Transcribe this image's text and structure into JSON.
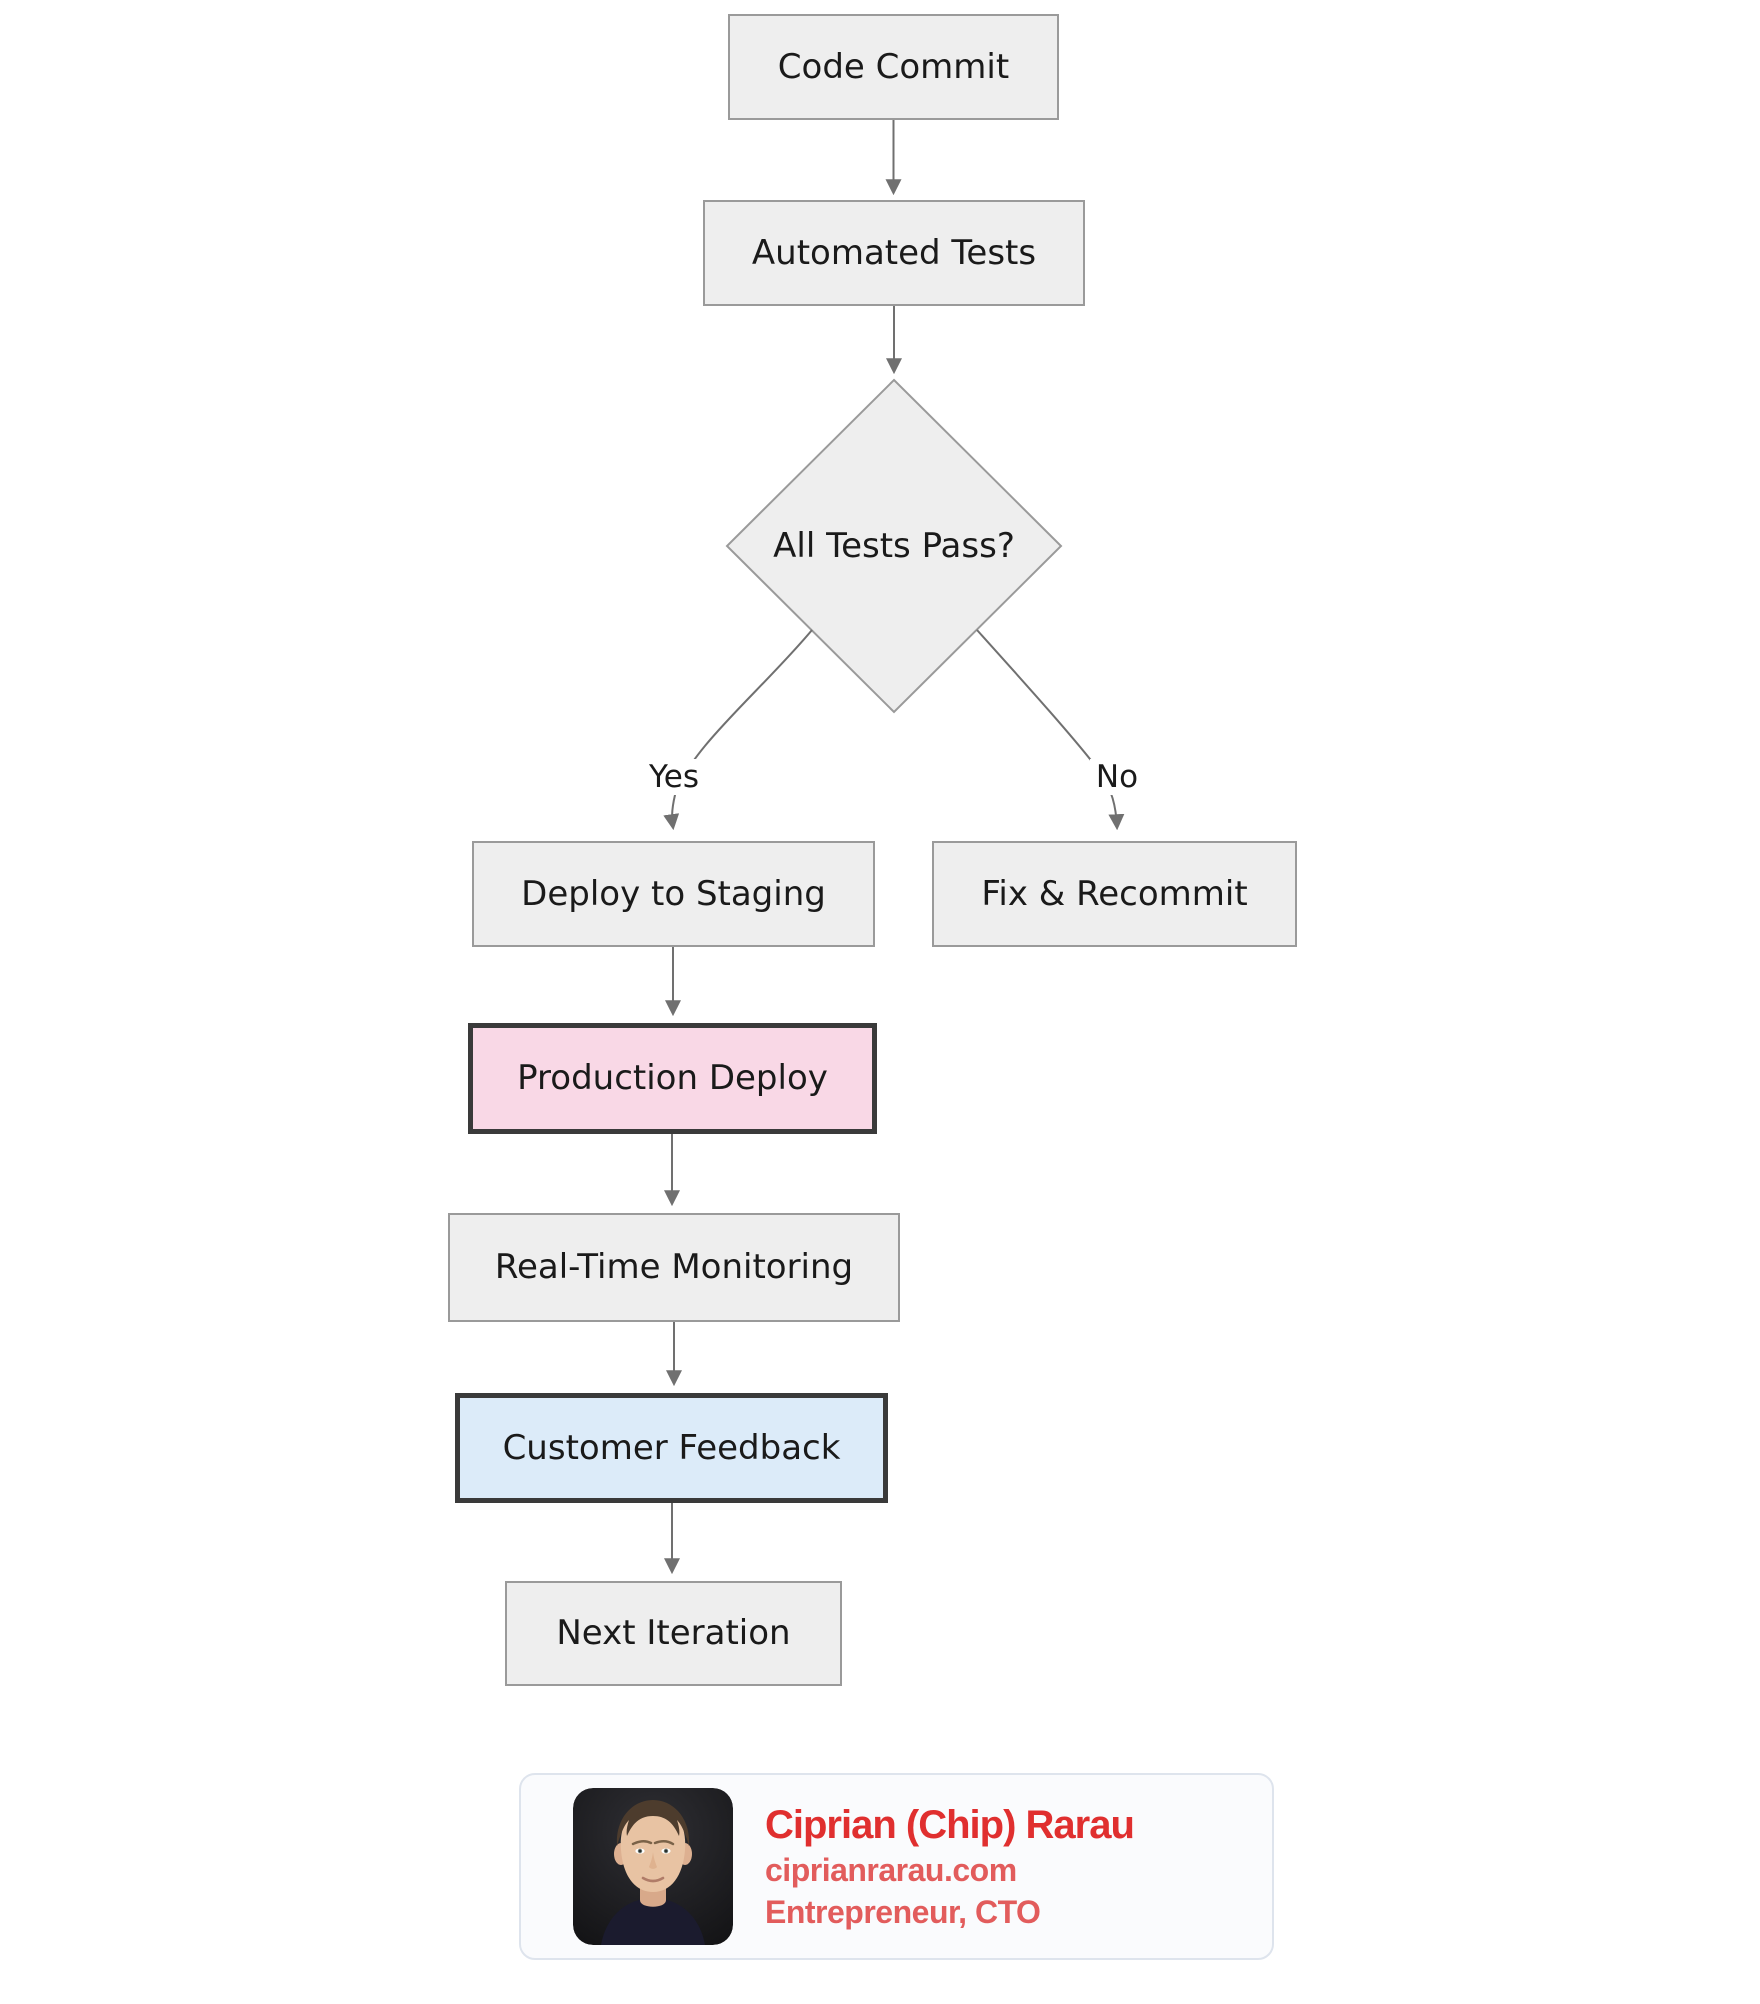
{
  "flowchart": {
    "nodes": [
      {
        "id": "code_commit",
        "label": "Code Commit"
      },
      {
        "id": "automated_tests",
        "label": "Automated Tests"
      },
      {
        "id": "all_tests_pass",
        "label": "All Tests Pass?"
      },
      {
        "id": "deploy_staging",
        "label": "Deploy to Staging"
      },
      {
        "id": "fix_recommit",
        "label": "Fix & Recommit"
      },
      {
        "id": "production_deploy",
        "label": "Production Deploy"
      },
      {
        "id": "realtime_monitoring",
        "label": "Real-Time Monitoring"
      },
      {
        "id": "customer_feedback",
        "label": "Customer Feedback"
      },
      {
        "id": "next_iteration",
        "label": "Next Iteration"
      }
    ],
    "edge_labels": {
      "yes": "Yes",
      "no": "No"
    },
    "colors": {
      "node_fill": "#eeeeee",
      "node_border": "#9a9a9a",
      "highlight_pink_fill": "#f9d8e6",
      "highlight_blue_fill": "#dcebf9",
      "highlight_border": "#3a3a3a",
      "edge_stroke": "#707070",
      "text": "#1a1a1a"
    }
  },
  "attribution": {
    "name": "Ciprian (Chip) Rarau",
    "website": "ciprianrarau.com",
    "role": "Entrepreneur, CTO",
    "name_color": "#e02f2f",
    "detail_color": "#e25c5c"
  }
}
